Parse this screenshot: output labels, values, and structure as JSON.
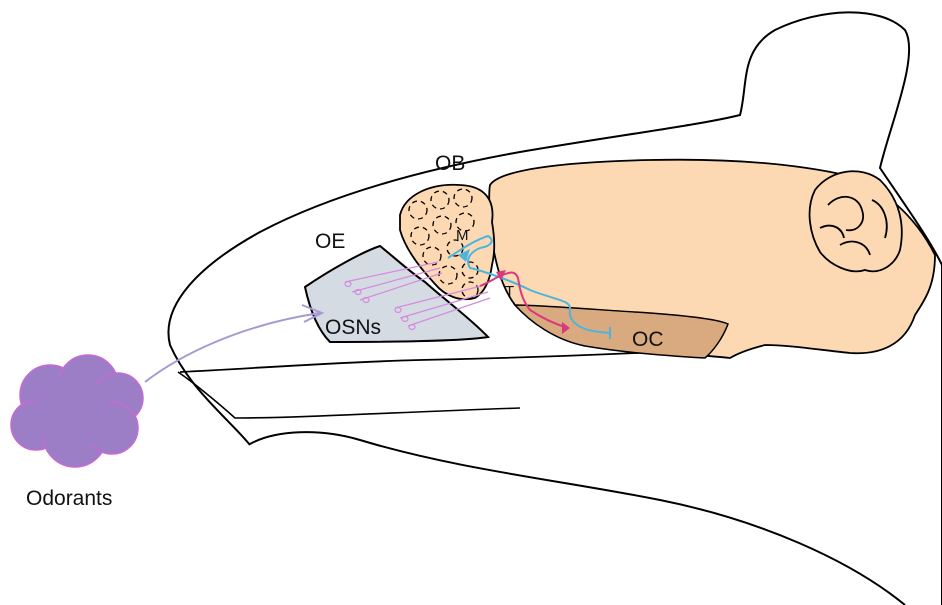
{
  "labels": {
    "ob": "OB",
    "oe": "OE",
    "osns": "OSNs",
    "m": "M",
    "t": "T",
    "oc": "OC",
    "odorants": "Odorants"
  },
  "colors": {
    "outline": "#000000",
    "brain": "#fcd9b3",
    "olfactory_cortex": "#d9a97f",
    "epithelium": "#d5dbe2",
    "odorant_cloud": "#9b7ec6",
    "odorant_edge": "#c86ad4",
    "osn": "#d58be0",
    "mitral": "#4fb4dc",
    "tufted": "#d93a7b",
    "arrow": "#a899d2"
  },
  "icons": {
    "odorant": "odorant-cloud-icon"
  }
}
